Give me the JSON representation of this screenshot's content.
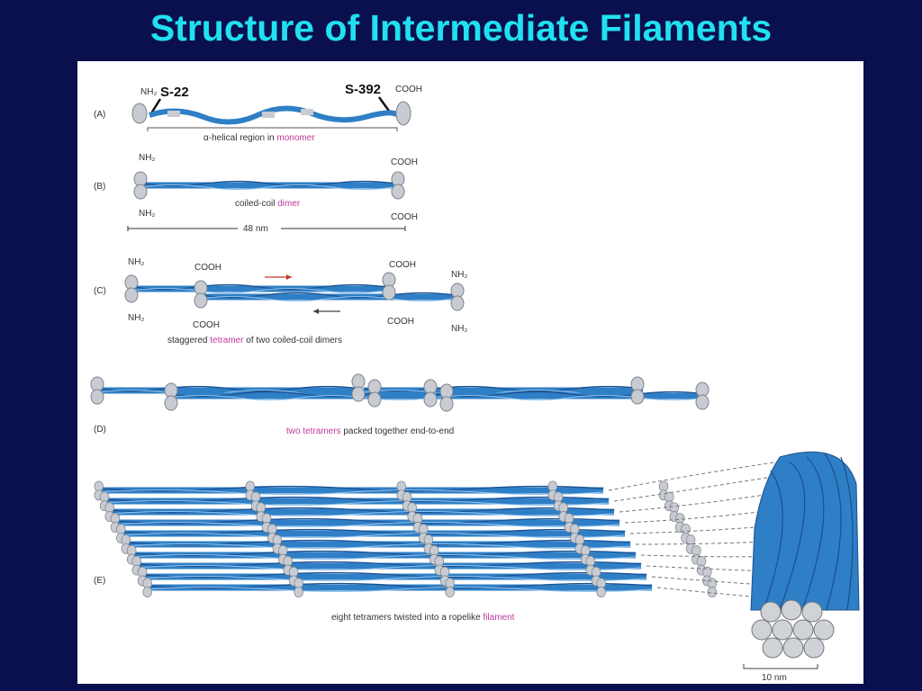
{
  "title": "Structure of Intermediate Filaments",
  "panels": {
    "A": {
      "letter": "(A)",
      "nh2": "NH₂",
      "cooh": "COOH",
      "site_left": "S-22",
      "site_right": "S-392",
      "caption_pre": "α-helical region in ",
      "caption_term": "monomer"
    },
    "B": {
      "letter": "(B)",
      "nh2_top": "NH₂",
      "nh2_bottom": "NH₂",
      "cooh_top": "COOH",
      "cooh_bottom": "COOH",
      "caption_pre": "coiled-coil ",
      "caption_term": "dimer",
      "length": "48 nm"
    },
    "C": {
      "letter": "(C)",
      "nh2": "NH₂",
      "cooh": "COOH",
      "caption_pre": "staggered ",
      "caption_term": "tetramer",
      "caption_post": " of two coiled-coil dimers"
    },
    "D": {
      "letter": "(D)",
      "caption_term": "two tetramers",
      "caption_post": " packed together end-to-end"
    },
    "E": {
      "letter": "(E)",
      "caption_pre": "eight tetramers twisted into a ropelike ",
      "caption_term": "filament",
      "scale": "10 nm"
    }
  },
  "colors": {
    "background": "#0a0f4d",
    "title": "#21e0f0",
    "fiber": "#2f7fc6",
    "fiber_dark": "#1b4f8f",
    "knob": "#c8ccd2",
    "term": "#c0399a"
  }
}
